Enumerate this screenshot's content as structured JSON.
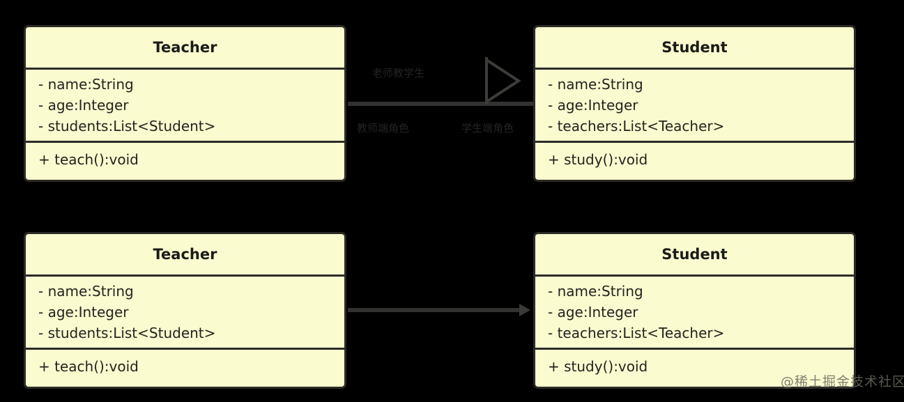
{
  "diagram": {
    "title": "UML Class Diagram - Teacher and Student association",
    "background_color": "#000000",
    "class_fill_color": "#fbfbd0",
    "class_border_color": "#2b2b26",
    "connector_color": "#323230"
  },
  "classes": [
    {
      "id": "teacher-top",
      "name": "Teacher",
      "attributes": [
        "- name:String",
        "- age:Integer",
        "- students:List<Student>"
      ],
      "operations": [
        "+ teach():void"
      ]
    },
    {
      "id": "student-top",
      "name": "Student",
      "attributes": [
        "- name:String",
        "- age:Integer",
        "- teachers:List<Teacher>"
      ],
      "operations": [
        "+ study():void"
      ]
    },
    {
      "id": "teacher-bottom",
      "name": "Teacher",
      "attributes": [
        "- name:String",
        "- age:Integer",
        "- students:List<Student>"
      ],
      "operations": [
        "+ teach():void"
      ]
    },
    {
      "id": "student-bottom",
      "name": "Student",
      "attributes": [
        "- name:String",
        "- age:Integer",
        "- teachers:List<Teacher>"
      ],
      "operations": [
        "+ study():void"
      ]
    }
  ],
  "connectors": [
    {
      "id": "assoc-top",
      "from": "teacher-top",
      "to": "student-top",
      "arrow": "hollow-triangle",
      "labels": [
        {
          "id": "assoc-top-name",
          "text": "老师教学生"
        },
        {
          "id": "assoc-top-role-left",
          "text": "教师端角色"
        },
        {
          "id": "assoc-top-role-right",
          "text": "学生端角色"
        }
      ]
    },
    {
      "id": "assoc-bottom",
      "from": "teacher-bottom",
      "to": "student-bottom",
      "arrow": "solid-arrow",
      "labels": []
    }
  ],
  "watermark": {
    "text": "@稀土掘金技术社区"
  }
}
